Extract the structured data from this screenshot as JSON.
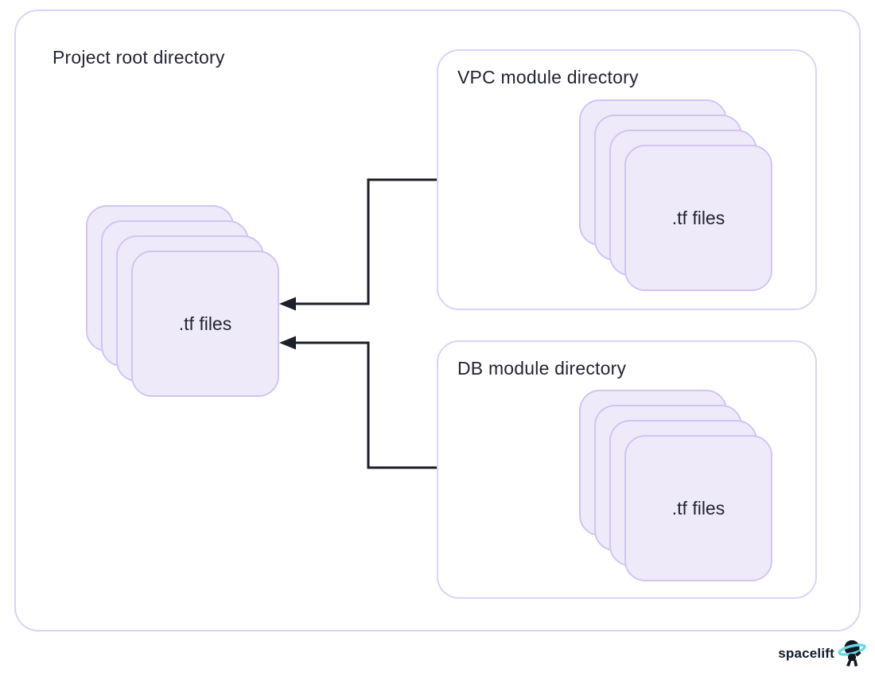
{
  "diagram": {
    "root_container": {
      "label": "Project root directory"
    },
    "root_stack": {
      "label": ".tf files",
      "card_count": 4
    },
    "module_containers": [
      {
        "id": "vpc",
        "label": "VPC module directory",
        "stack": {
          "label": ".tf files",
          "card_count": 4
        }
      },
      {
        "id": "db",
        "label": "DB module directory",
        "stack": {
          "label": ".tf files",
          "card_count": 4
        }
      }
    ],
    "arrows": [
      {
        "from": "vpc-module-directory",
        "to": "root-tf-files",
        "direction": "left"
      },
      {
        "from": "db-module-directory",
        "to": "root-tf-files",
        "direction": "left"
      }
    ],
    "colors": {
      "card_fill": "#efeafa",
      "card_border": "#d3c4f0",
      "container_border": "#dcd2f6",
      "text": "#222533",
      "arrow": "#1d1f2a"
    }
  },
  "branding": {
    "logo_text": "spacelift",
    "logo_icon": "astronaut-with-planet-ring-icon",
    "logo_text_color": "#0f1d2b",
    "logo_ring_color": "#66d8e6"
  }
}
